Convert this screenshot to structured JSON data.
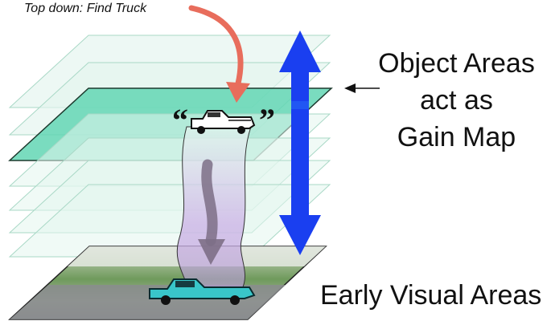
{
  "labels": {
    "top_down": "Top down: Find Truck",
    "object_areas_line1": "Object Areas",
    "object_areas_line2": "act as",
    "object_areas_line3": "Gain Map",
    "early_visual": "Early Visual Areas",
    "quote_open": "“",
    "quote_close": "”"
  },
  "colors": {
    "layer_fill": "#c9eee0",
    "layer_stroke": "#9fd4c0",
    "active_layer_fill": "#63d6b4",
    "blue_arrow": "#1a3ff0",
    "red_arrow": "#e86d5c",
    "ribbon": "#c8a6e0"
  },
  "icons": [
    "truck-icon",
    "double-arrow-icon",
    "curved-arrow-icon"
  ]
}
